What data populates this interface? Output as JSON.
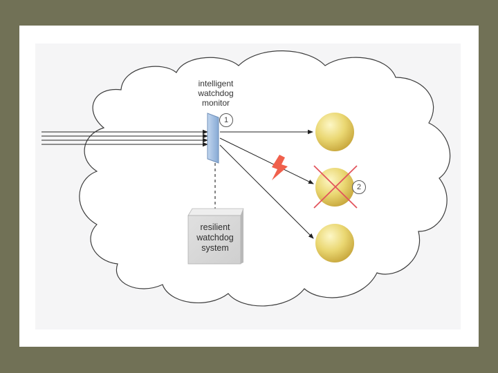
{
  "diagram": {
    "monitor_label": [
      "intelligent",
      "watchdog",
      "monitor"
    ],
    "system_label": [
      "resilient",
      "watchdog",
      "system"
    ],
    "callouts": [
      "1",
      "2"
    ],
    "icons": {
      "cloud": "cloud-boundary-icon",
      "lightning": "lightning-bolt-icon",
      "cross": "failure-x-icon"
    },
    "colors": {
      "background": "#717156",
      "monitor": "#9fbde0",
      "server": "#e6d36a",
      "failure_cross": "#e2545c",
      "lightning": "#f0604c",
      "system_box": "#d3d3d3"
    }
  }
}
